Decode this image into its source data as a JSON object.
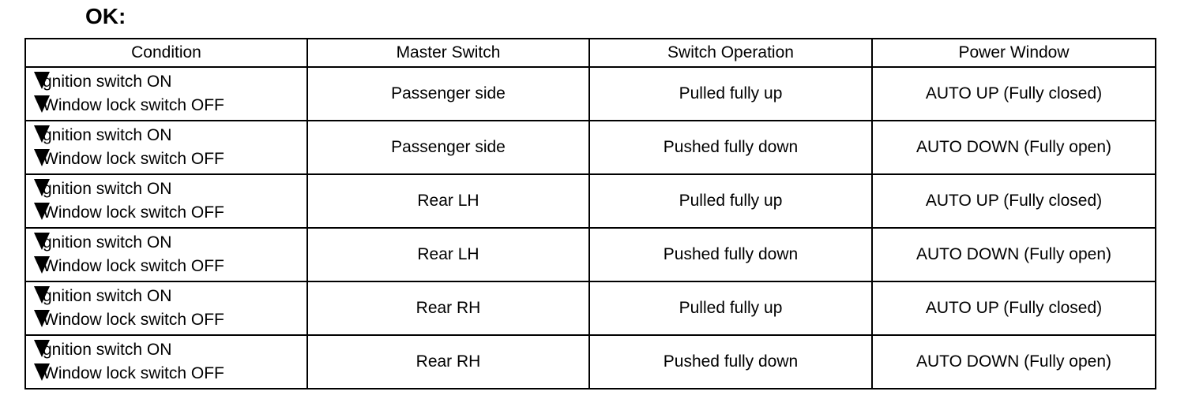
{
  "heading": "OK:",
  "table": {
    "headers": [
      "Condition",
      "Master Switch",
      "Switch Operation",
      "Power Window"
    ],
    "rows": [
      {
        "condition": [
          "gnition switch ON",
          "Window lock switch OFF"
        ],
        "master_switch": "Passenger side",
        "switch_operation": "Pulled fully up",
        "power_window": "AUTO UP (Fully closed)"
      },
      {
        "condition": [
          "gnition switch ON",
          "Window lock switch OFF"
        ],
        "master_switch": "Passenger side",
        "switch_operation": "Pushed fully down",
        "power_window": "AUTO DOWN (Fully open)"
      },
      {
        "condition": [
          "gnition switch ON",
          "Window lock switch OFF"
        ],
        "master_switch": "Rear LH",
        "switch_operation": "Pulled fully up",
        "power_window": "AUTO UP (Fully closed)"
      },
      {
        "condition": [
          "gnition switch ON",
          "Window lock switch OFF"
        ],
        "master_switch": "Rear LH",
        "switch_operation": "Pushed fully down",
        "power_window": "AUTO DOWN (Fully open)"
      },
      {
        "condition": [
          "gnition switch ON",
          "Window lock switch OFF"
        ],
        "master_switch": "Rear RH",
        "switch_operation": "Pulled fully up",
        "power_window": "AUTO UP (Fully closed)"
      },
      {
        "condition": [
          "gnition switch ON",
          "Window lock switch OFF"
        ],
        "master_switch": "Rear RH",
        "switch_operation": "Pushed fully down",
        "power_window": "AUTO DOWN (Fully open)"
      }
    ]
  },
  "icons": {
    "bullet": "triangle-down-icon"
  }
}
